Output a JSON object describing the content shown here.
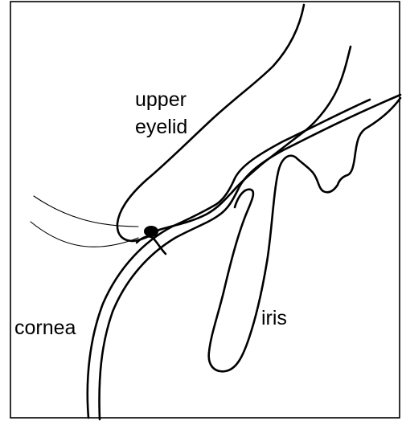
{
  "diagram": {
    "labels": {
      "upper_eyelid_line1": "upper",
      "upper_eyelid_line2": "eyelid",
      "cornea": "cornea",
      "iris": "iris"
    }
  }
}
